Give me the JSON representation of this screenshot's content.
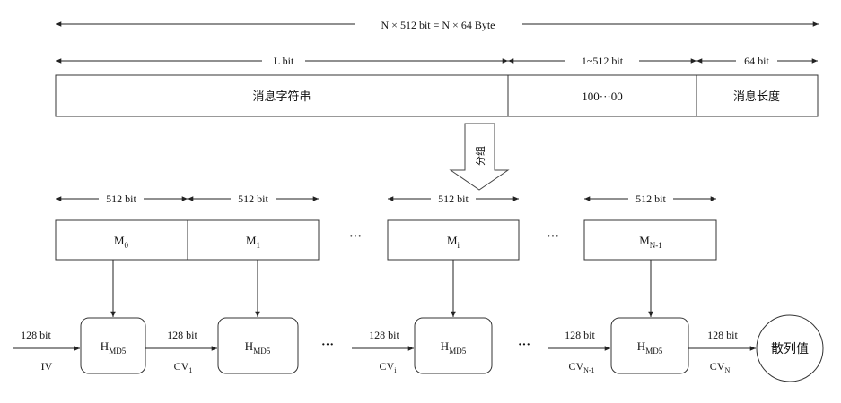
{
  "top_span": {
    "label": "N × 512 bit = N × 64 Byte"
  },
  "segments": [
    {
      "span_label": "L bit",
      "box_label": "消息字符串"
    },
    {
      "span_label": "1~512 bit",
      "box_label": "100···00"
    },
    {
      "span_label": "64 bit",
      "box_label": "消息长度"
    }
  ],
  "split_arrow": {
    "label": "分组"
  },
  "blocks": [
    {
      "span_label": "512 bit",
      "name": "M",
      "sub": "0"
    },
    {
      "span_label": "512 bit",
      "name": "M",
      "sub": "1"
    },
    {
      "span_label": "512 bit",
      "name": "M",
      "sub": "i"
    },
    {
      "span_label": "512 bit",
      "name": "M",
      "sub": "N-1"
    }
  ],
  "ellipsis": "···",
  "hash_units": [
    {
      "name": "H",
      "sub": "MD5"
    },
    {
      "name": "H",
      "sub": "MD5"
    },
    {
      "name": "H",
      "sub": "MD5"
    },
    {
      "name": "H",
      "sub": "MD5"
    }
  ],
  "chain_inputs": [
    {
      "bits": "128 bit",
      "name": "IV",
      "sub": ""
    },
    {
      "bits": "128 bit",
      "name": "CV",
      "sub": "1"
    },
    {
      "bits": "128 bit",
      "name": "CV",
      "sub": "i"
    },
    {
      "bits": "128 bit",
      "name": "CV",
      "sub": "N-1"
    }
  ],
  "output": {
    "bits": "128 bit",
    "name": "CV",
    "sub": "N",
    "result": "散列值"
  }
}
